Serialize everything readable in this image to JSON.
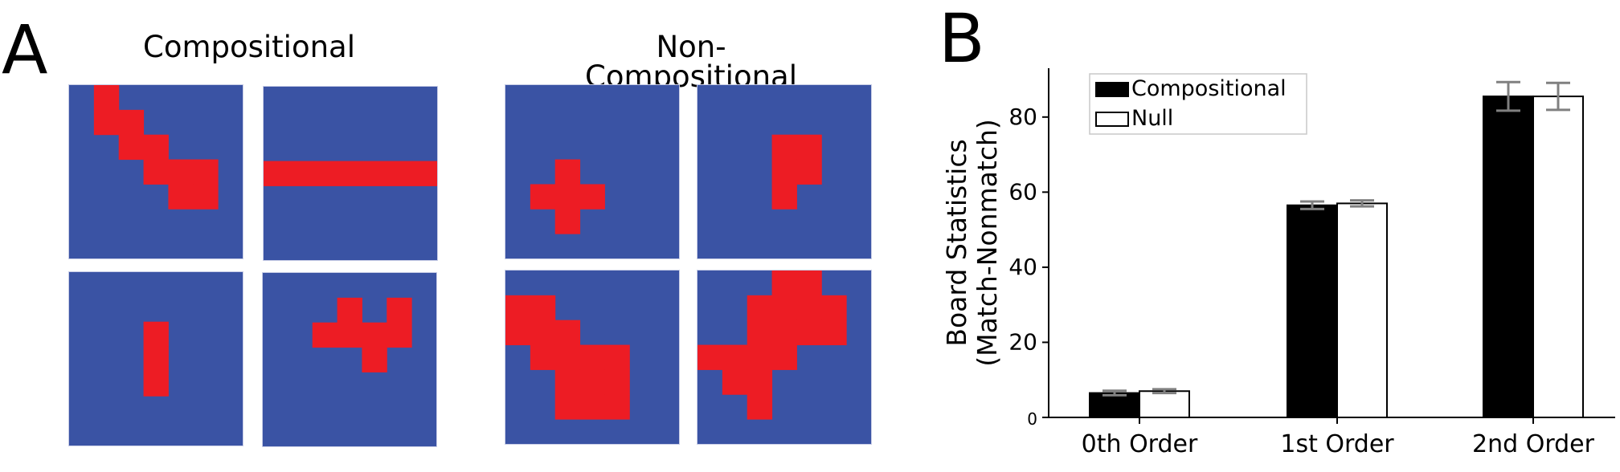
{
  "panel_a": {
    "letter": "A",
    "groups": [
      {
        "title": "Compositional",
        "boards": [
          {
            "cells": [
              [
                1,
                0
              ],
              [
                1,
                1
              ],
              [
                2,
                1
              ],
              [
                2,
                2
              ],
              [
                3,
                2
              ],
              [
                3,
                3
              ],
              [
                4,
                3
              ],
              [
                4,
                4
              ],
              [
                5,
                3
              ],
              [
                5,
                4
              ]
            ]
          },
          {
            "cells": [
              [
                0,
                3
              ],
              [
                1,
                3
              ],
              [
                2,
                3
              ],
              [
                3,
                3
              ],
              [
                4,
                3
              ],
              [
                5,
                3
              ],
              [
                6,
                3
              ]
            ]
          },
          {
            "cells": [
              [
                3,
                2
              ],
              [
                3,
                3
              ],
              [
                3,
                4
              ]
            ]
          },
          {
            "cells": [
              [
                3,
                1
              ],
              [
                5,
                1
              ],
              [
                2,
                2
              ],
              [
                3,
                2
              ],
              [
                4,
                2
              ],
              [
                5,
                2
              ],
              [
                4,
                3
              ]
            ]
          }
        ]
      },
      {
        "title": "Non-Compositional",
        "boards": [
          {
            "cells": [
              [
                2,
                3
              ],
              [
                1,
                4
              ],
              [
                2,
                4
              ],
              [
                3,
                4
              ],
              [
                2,
                5
              ]
            ]
          },
          {
            "cells": [
              [
                3,
                2
              ],
              [
                4,
                2
              ],
              [
                3,
                3
              ],
              [
                4,
                3
              ],
              [
                3,
                4
              ]
            ]
          },
          {
            "cells": [
              [
                0,
                1
              ],
              [
                1,
                1
              ],
              [
                0,
                2
              ],
              [
                1,
                2
              ],
              [
                2,
                2
              ],
              [
                1,
                3
              ],
              [
                2,
                3
              ],
              [
                3,
                3
              ],
              [
                4,
                3
              ],
              [
                2,
                4
              ],
              [
                3,
                4
              ],
              [
                4,
                4
              ],
              [
                2,
                5
              ],
              [
                3,
                5
              ],
              [
                4,
                5
              ]
            ]
          },
          {
            "cells": [
              [
                3,
                0
              ],
              [
                4,
                0
              ],
              [
                2,
                1
              ],
              [
                3,
                1
              ],
              [
                4,
                1
              ],
              [
                5,
                1
              ],
              [
                2,
                2
              ],
              [
                3,
                2
              ],
              [
                4,
                2
              ],
              [
                5,
                2
              ],
              [
                0,
                3
              ],
              [
                1,
                3
              ],
              [
                2,
                3
              ],
              [
                3,
                3
              ],
              [
                1,
                4
              ],
              [
                2,
                4
              ],
              [
                2,
                5
              ]
            ]
          }
        ]
      }
    ]
  },
  "panel_b": {
    "letter": "B"
  },
  "colors": {
    "board_blue": "#3a53a4",
    "cell_red": "#ed1c24",
    "compositional_bar": "#000000",
    "null_bar": "#ffffff",
    "error_bar": "#808080"
  },
  "chart_data": {
    "type": "bar",
    "categories": [
      "0th Order",
      "1st Order",
      "2nd Order"
    ],
    "series": [
      {
        "name": "Compositional",
        "values": [
          6.5,
          56.5,
          85.5
        ],
        "errors": [
          0.6,
          1.0,
          3.8
        ]
      },
      {
        "name": "Null",
        "values": [
          7.0,
          57.0,
          85.5
        ],
        "errors": [
          0.5,
          0.8,
          3.6
        ]
      }
    ],
    "ylabel": "Board Statistics (Match-Nonmatch)",
    "ylabel_lines": [
      "Board Statistics",
      "(Match-Nonmatch)"
    ],
    "xlabel": "",
    "ylim": [
      0,
      93
    ],
    "yticks": [
      0,
      20,
      40,
      60,
      80
    ],
    "grid": false,
    "legend_position": "top-left"
  }
}
